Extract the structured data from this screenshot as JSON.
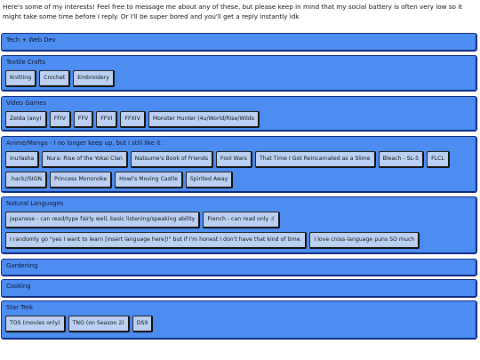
{
  "intro": "Here's some of my interests! Feel free to message me about any of these, but please keep in mind that my social battery is often very low so it might take some time before I reply. Or I'll be super bored and you'll get a reply instantly idk",
  "sections": [
    {
      "title": "Tech + Web Dev",
      "chips": []
    },
    {
      "title": "Textile Crafts",
      "chips": [
        "Knitting",
        "Crochet",
        "Embroidery"
      ]
    },
    {
      "title": "Video Games",
      "chips": [
        "Zelda (any)",
        "FFIV",
        "FFV",
        "FFVI",
        "FFXIV",
        "Monster Hunter (4u/World/Rise/Wilds"
      ]
    },
    {
      "title": "Anime/Manga - I no longer keep up, but I still like it",
      "chips": [
        "InuYasha",
        "Nura: Rise of the Yokai Clan",
        "Natsume's Book of Friends",
        "Fool Wars",
        "That Time I Got Reincarnated as a Slime",
        "Bleach - SL-5",
        "FLCL",
        ".hack//SIGN",
        "Princess Mononoke",
        "Howl's Moving Castle",
        "Spirited Away"
      ]
    },
    {
      "title": "Natural Languages",
      "chips": [
        "Japanese - can read/type fairly well, basic listening/speaking ability",
        "French - can read only :(",
        "I randomly go \"yes I want to learn [insert language here]!\" but if I'm honest I don't have that kind of time.",
        "I love cross-language puns SO much"
      ]
    },
    {
      "title": "Gardening",
      "chips": []
    },
    {
      "title": "Cooking",
      "chips": []
    },
    {
      "title": "Star Trek",
      "chips": [
        "TOS (movies only)",
        "TNG (on Season 2)",
        "DS9"
      ]
    }
  ]
}
